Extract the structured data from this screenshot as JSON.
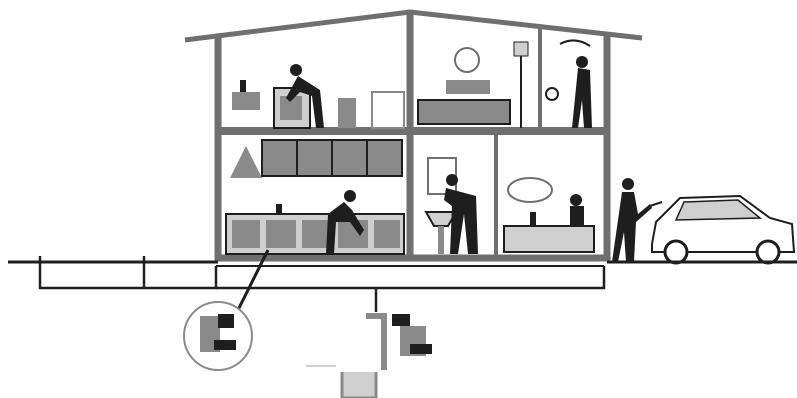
{
  "figure": {
    "palette": {
      "background": "#ffffff",
      "structure": "#6f6f6f",
      "dark": "#1e1e1e",
      "mid": "#8a8a8a",
      "light": "#cfcfcf"
    },
    "scene": {
      "house": {
        "floors": 2,
        "upper_rooms": [
          "laundry",
          "bedroom",
          "bathroom"
        ],
        "lower_rooms": [
          "kitchen",
          "washroom",
          "bathroom"
        ]
      },
      "outdoor": [
        "person-with-hose",
        "car"
      ],
      "underground": [
        "drain-pipes",
        "inspection-lens",
        "pump-unit",
        "sump-tank"
      ]
    }
  }
}
